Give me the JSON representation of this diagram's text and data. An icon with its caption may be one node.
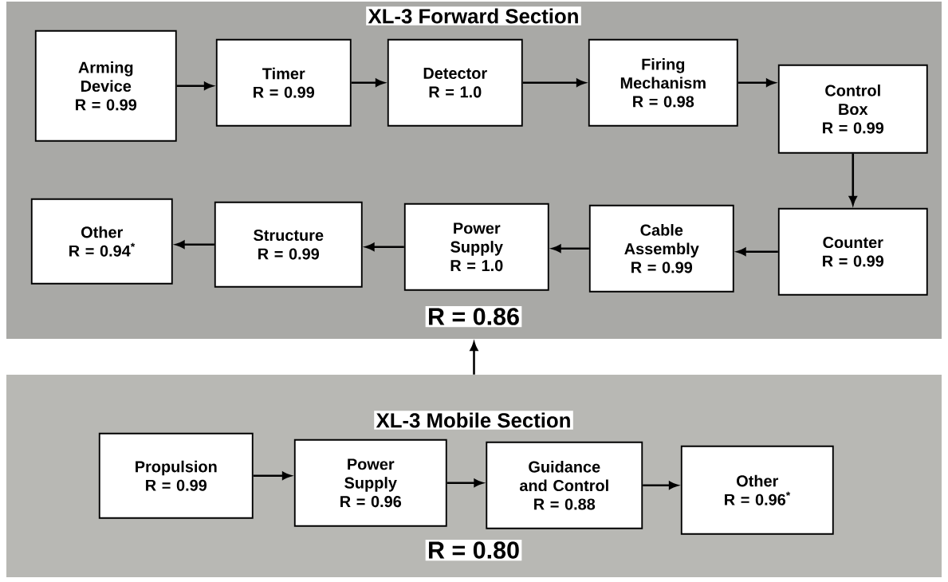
{
  "diagram": {
    "nodes": [
      {
        "text": [
          "XL-3 Forward Section",
          "R = 0.86"
        ]
      },
      {
        "text": [
          "Arming Device",
          "R = 0.99"
        ],
        "in": 0
      },
      {
        "text": [
          "Timer",
          "R = 0.99"
        ],
        "in": 0
      },
      {
        "text": [
          "Detector",
          "R = 1.0"
        ],
        "in": 0
      },
      {
        "text": [
          "Firing Mechanism",
          "R = 0.98"
        ],
        "in": 0
      },
      {
        "text": [
          "Control Box",
          "R = 0.99"
        ],
        "in": 0
      },
      {
        "text": [
          "Counter",
          "R = 0.99"
        ],
        "in": 0
      },
      {
        "text": [
          "Cable Assembly",
          "R = 0.99"
        ],
        "in": 0
      },
      {
        "text": [
          "Power Supply",
          "R = 1.0"
        ],
        "in": 0
      },
      {
        "text": [
          "Structure",
          "R = 0.99"
        ],
        "in": 0
      },
      {
        "text": [
          "Other",
          "R = 0.94$^{*}$"
        ],
        "in": 0
      },
      {
        "text": [
          "XL-3 Mobile Section",
          "R = 0.80"
        ]
      },
      {
        "text": [
          "Propulsion",
          "R = 0.99"
        ],
        "in": 11
      },
      {
        "text": [
          "Power Supply",
          "R = 0.96"
        ],
        "in": 11
      },
      {
        "text": [
          "Guidance and Control",
          "R = 0.88"
        ],
        "in": 11
      },
      {
        "text": [
          "Other",
          "R = 0.96$^{*}$"
        ],
        "in": 11
      }
    ],
    "edges": [
      {
        "from": 1,
        "to": 2,
        "arrow": "to"
      },
      {
        "from": 2,
        "to": 3,
        "arrow": "to"
      },
      {
        "from": 3,
        "to": 4,
        "arrow": "to"
      },
      {
        "from": 4,
        "to": 5,
        "arrow": "to"
      },
      {
        "from": 5,
        "to": 6,
        "arrow": "to"
      },
      {
        "from": 6,
        "to": 7,
        "arrow": "to"
      },
      {
        "from": 7,
        "to": 8,
        "arrow": "to"
      },
      {
        "from": 8,
        "to": 9,
        "arrow": "to"
      },
      {
        "from": 9,
        "to": 10,
        "arrow": "to"
      },
      {
        "from": 12,
        "to": 13,
        "arrow": "to"
      },
      {
        "from": 13,
        "to": 14,
        "arrow": "to"
      },
      {
        "from": 14,
        "to": 15,
        "arrow": "to"
      },
      {
        "from": 11,
        "to": 0,
        "arrow": "to"
      }
    ]
  }
}
